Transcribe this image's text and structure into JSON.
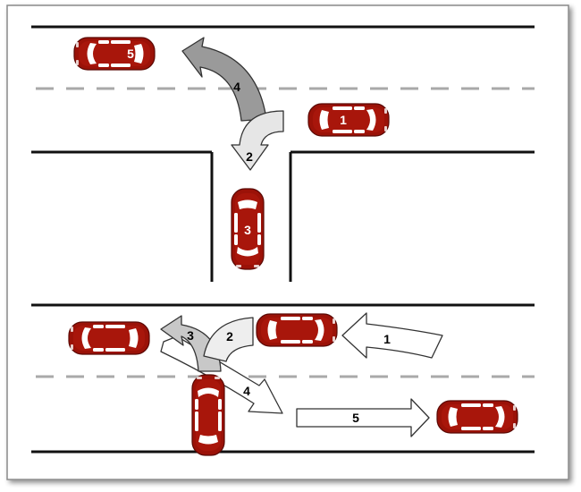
{
  "colors": {
    "car_body": "#9b1208",
    "car_dark": "#6e0c05",
    "window": "#ffffff",
    "road_line": "#111111",
    "lane_dash": "#a9a9a9",
    "arrow_white": "#ffffff",
    "arrow_gray": "#9a9a9a",
    "arrow_light": "#e6e6e6",
    "frame_border": "#8a8a8a"
  },
  "top_scene": {
    "cars": [
      {
        "id": "car-5",
        "label": "5"
      },
      {
        "id": "car-1",
        "label": "1"
      },
      {
        "id": "car-3",
        "label": "3"
      }
    ],
    "arrows": [
      {
        "id": "arrow-4",
        "label": "4"
      },
      {
        "id": "arrow-2",
        "label": "2"
      }
    ]
  },
  "bottom_scene": {
    "cars": [
      {
        "id": "car-left",
        "label": ""
      },
      {
        "id": "car-mid",
        "label": ""
      },
      {
        "id": "car-vertical",
        "label": ""
      },
      {
        "id": "car-right",
        "label": ""
      }
    ],
    "arrows": [
      {
        "id": "arrow-1",
        "label": "1"
      },
      {
        "id": "arrow-2",
        "label": "2"
      },
      {
        "id": "arrow-3",
        "label": "3"
      },
      {
        "id": "arrow-4",
        "label": "4"
      },
      {
        "id": "arrow-5",
        "label": "5"
      }
    ]
  }
}
